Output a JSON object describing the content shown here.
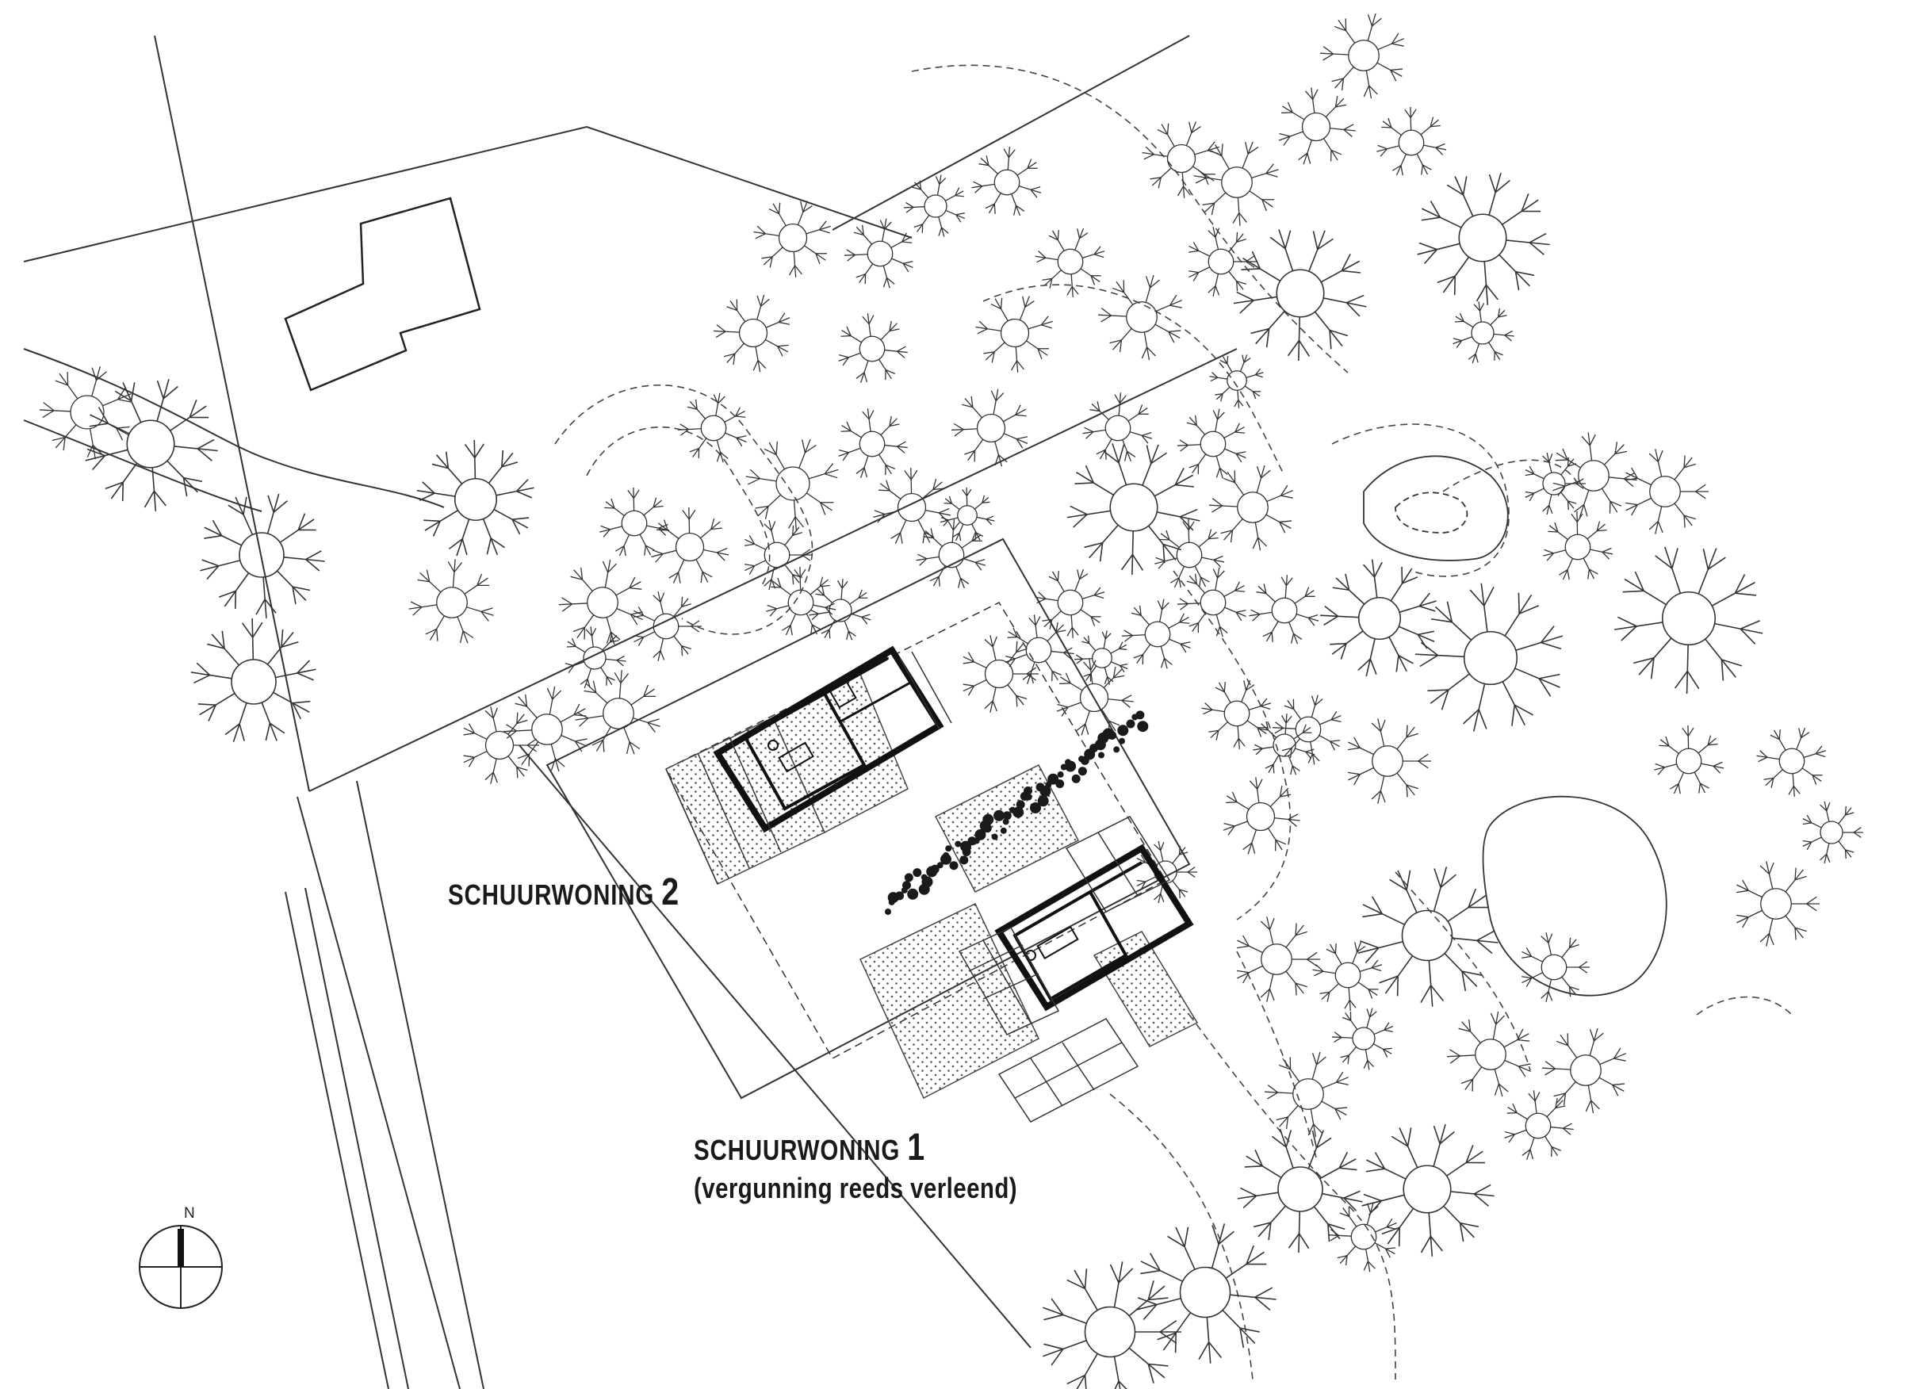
{
  "labels": {
    "house2_name": "SCHUURWONING",
    "house2_number": "2",
    "house1_name": "SCHUURWONING",
    "house1_number": "1",
    "house1_note": "(vergunning reeds verleend)"
  },
  "north_arrow": {
    "letter": "N"
  },
  "colors": {
    "line": "#222222",
    "background": "#ffffff"
  }
}
